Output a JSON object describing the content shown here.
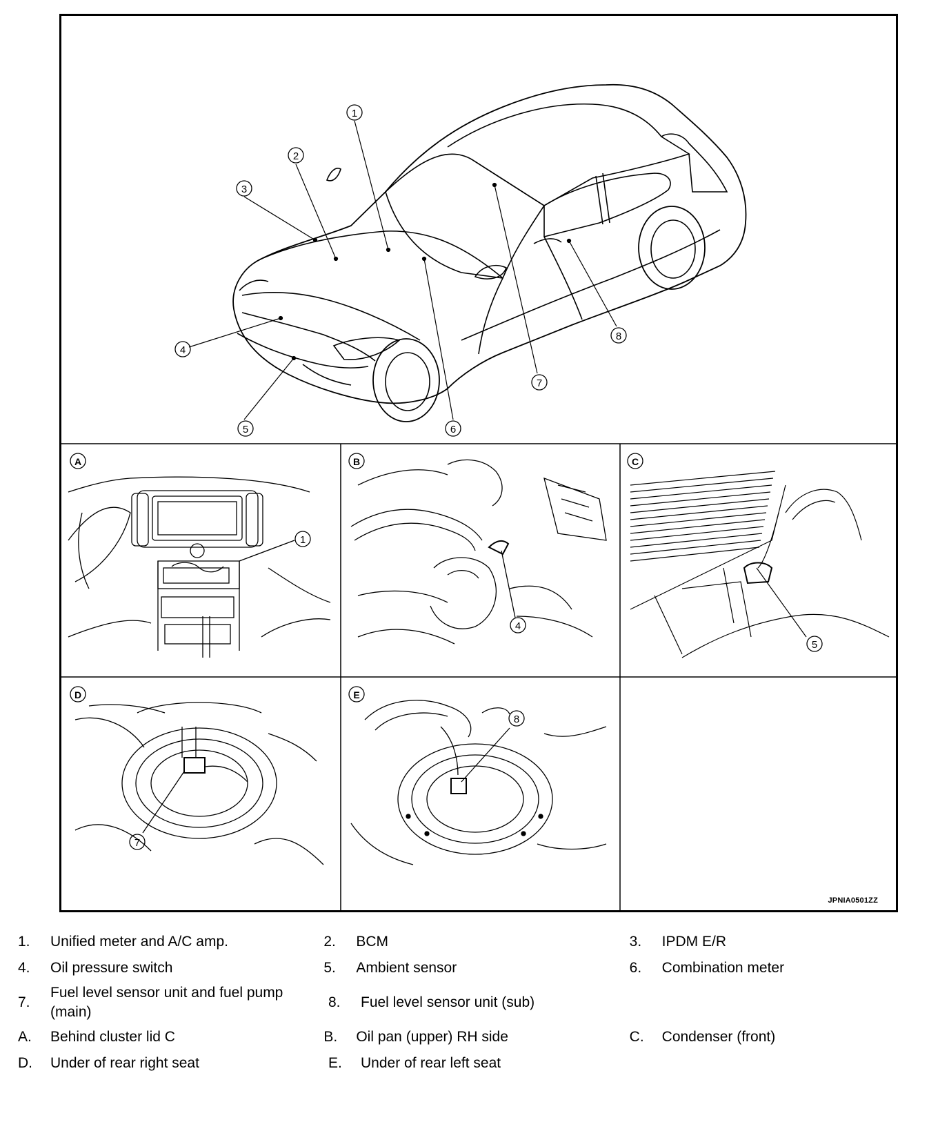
{
  "figure": {
    "code": "JPNIA0501ZZ",
    "callouts": [
      "1",
      "2",
      "3",
      "4",
      "5",
      "6",
      "7",
      "8"
    ],
    "panels": [
      "A",
      "B",
      "C",
      "D",
      "E"
    ]
  },
  "legend": {
    "rows": [
      [
        {
          "num": "1.",
          "text": "Unified meter and A/C amp."
        },
        {
          "num": "2.",
          "text": "BCM"
        },
        {
          "num": "3.",
          "text": "IPDM E/R"
        }
      ],
      [
        {
          "num": "4.",
          "text": "Oil pressure switch"
        },
        {
          "num": "5.",
          "text": "Ambient sensor"
        },
        {
          "num": "6.",
          "text": "Combination meter"
        }
      ],
      [
        {
          "num": "7.",
          "text": "Fuel level sensor unit and fuel pump (main)"
        },
        {
          "num": "8.",
          "text": "Fuel level sensor unit (sub)"
        }
      ],
      [
        {
          "num": "A.",
          "text": "Behind cluster lid C"
        },
        {
          "num": "B.",
          "text": "Oil pan (upper) RH side"
        },
        {
          "num": "C.",
          "text": "Condenser (front)"
        }
      ],
      [
        {
          "num": "D.",
          "text": "Under of rear right seat"
        },
        {
          "num": "E.",
          "text": "Under of rear left seat"
        }
      ]
    ]
  }
}
